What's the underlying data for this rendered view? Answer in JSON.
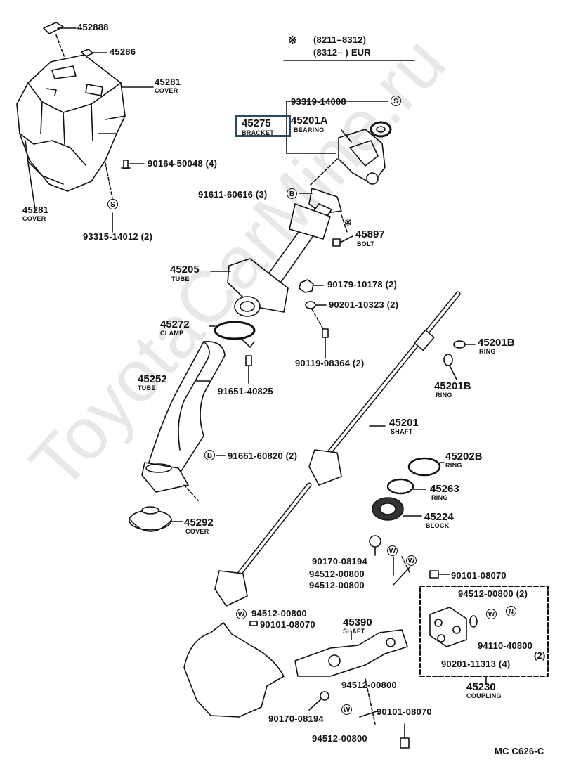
{
  "header": {
    "mark": "※",
    "range1": "(8211–8312)",
    "range2": "(8312–        ) EUR"
  },
  "diagram_code": "MC C626-C",
  "watermark": "ToyotaCarMine.ru",
  "symbols": {
    "s": "S",
    "b": "B",
    "w": "W",
    "n": "N",
    "asterisk": "※"
  },
  "parts": {
    "p452888": {
      "no": "452888"
    },
    "p45286": {
      "no": "45286"
    },
    "p45281a": {
      "no": "45281",
      "name": "COVER"
    },
    "p45281b": {
      "no": "45281",
      "name": "COVER"
    },
    "p90164": {
      "no": "90164-50048 (4)"
    },
    "p93315": {
      "no": "93315-14012 (2)"
    },
    "p93319": {
      "no": "93319-14008"
    },
    "p45275": {
      "no": "45275",
      "name": "BRACKET"
    },
    "p45201A": {
      "no": "45201A",
      "name": "BEARING"
    },
    "p91611": {
      "no": "91611-60616 (3)"
    },
    "p45897": {
      "no": "45897",
      "name": "BOLT"
    },
    "p45205": {
      "no": "45205",
      "name": "TUBE"
    },
    "p90179": {
      "no": "90179-10178 (2)"
    },
    "p90201a": {
      "no": "90201-10323 (2)"
    },
    "p45272": {
      "no": "45272",
      "name": "CLAMP"
    },
    "p90119": {
      "no": "90119-08364 (2)"
    },
    "p45201B1": {
      "no": "45201B",
      "name": "RING"
    },
    "p45201B2": {
      "no": "45201B",
      "name": "RING"
    },
    "p45252": {
      "no": "45252",
      "name": "TUBE"
    },
    "p91651": {
      "no": "91651-40825"
    },
    "p45201": {
      "no": "45201",
      "name": "SHAFT"
    },
    "p91661": {
      "no": "91661-60820 (2)"
    },
    "p45202B": {
      "no": "45202B",
      "name": "RING"
    },
    "p45263": {
      "no": "45263",
      "name": "RING"
    },
    "p45224": {
      "no": "45224",
      "name": "BLOCK"
    },
    "p45292": {
      "no": "45292",
      "name": "COVER"
    },
    "p90170a": {
      "no": "90170-08194"
    },
    "p94512a": {
      "no": "94512-00800"
    },
    "p94512b": {
      "no": "94512-00800"
    },
    "p90101a": {
      "no": "90101-08070"
    },
    "p94512c": {
      "no": "94512-00800 (2)"
    },
    "p94512d": {
      "no": "94512-00800"
    },
    "p90101b": {
      "no": "90101-08070"
    },
    "p45390": {
      "no": "45390",
      "name": "SHAFT"
    },
    "p94110": {
      "no": "94110-40800"
    },
    "p94110q": {
      "no": "(2)"
    },
    "p90201b": {
      "no": "90201-11313 (4)"
    },
    "p45230": {
      "no": "45230",
      "name": "COUPLING"
    },
    "p94512e": {
      "no": "94512-00800"
    },
    "p90170b": {
      "no": "90170-08194"
    },
    "p90101c": {
      "no": "90101-08070"
    },
    "p94512f": {
      "no": "94512-00800"
    }
  }
}
